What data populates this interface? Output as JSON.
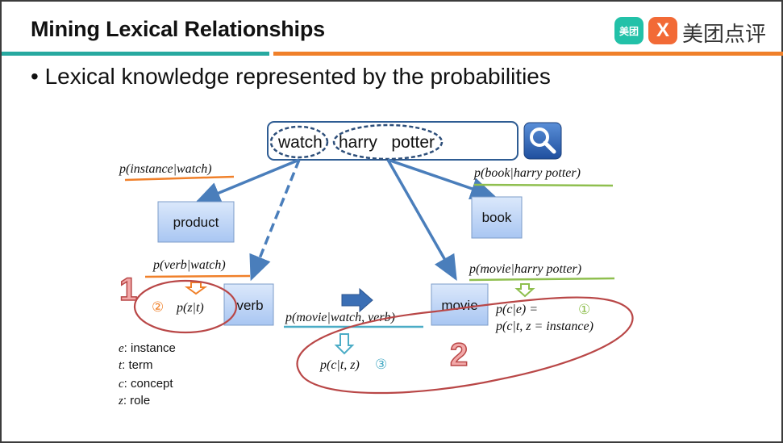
{
  "header": {
    "title": "Mining Lexical Relationships",
    "logo_badge_small": "美团",
    "logo_badge_mark": "X",
    "logo_text": "美团点评"
  },
  "bullet": "• Lexical knowledge represented by the probabilities",
  "query": {
    "term1": "watch",
    "term2": "harry   potter",
    "search_icon": "search-icon"
  },
  "nodes": {
    "product": "product",
    "book": "book",
    "verb": "verb",
    "movie": "movie"
  },
  "probabilities": {
    "instance_watch": "p(instance|watch)",
    "book_harry": "p(book|harry potter)",
    "verb_watch": "p(verb|watch)",
    "movie_harry": "p(movie|harry potter)",
    "z_t": "p(z|t)",
    "movie_watch_verb": "p(movie|watch, verb)",
    "c_tz": "p(c|t, z)",
    "c_e": "p(c|e) =",
    "c_tz_instance": "p(c|t, z = instance)"
  },
  "markers": {
    "circ1": "①",
    "circ2": "②",
    "circ3": "③",
    "big1": "1",
    "big2": "2"
  },
  "legend": [
    {
      "var": "e",
      "desc": ": instance"
    },
    {
      "var": "t",
      "desc": ": term"
    },
    {
      "var": "c",
      "desc": ": concept"
    },
    {
      "var": "z",
      "desc": ": role"
    }
  ],
  "colors": {
    "teal": "#27a9a0",
    "orange": "#f0802a",
    "green": "#8fbf4f",
    "blue_arrow": "#4a7ebb",
    "red_ellipse": "#b94747",
    "cyan": "#4bacc6"
  }
}
